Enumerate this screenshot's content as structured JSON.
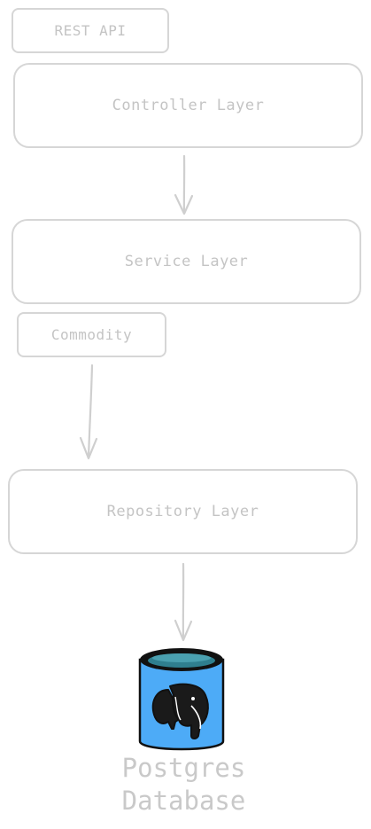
{
  "diagram": {
    "rest_api_label": "REST API",
    "controller_label": "Controller Layer",
    "service_label": "Service Layer",
    "commodity_label": "Commodity",
    "repository_label": "Repository Layer",
    "database": {
      "line1": "Postgres",
      "line2": "Database",
      "icon": "postgres-elephant-icon",
      "cylinder_color": "#4dabf7"
    },
    "colors": {
      "stroke": "#d6d6d6",
      "text": "#c4c4c4"
    }
  }
}
